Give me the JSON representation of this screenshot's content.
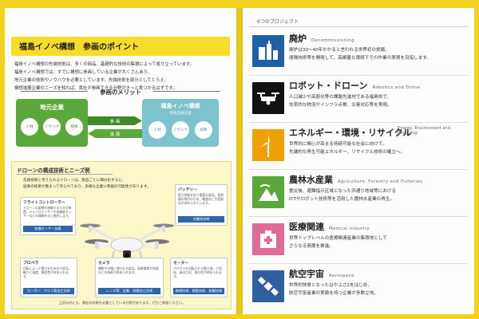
{
  "left": {
    "title": "福島イノベ構想　参画のポイント",
    "intro_lines": [
      "福島イノベ構想の先端技術は、多くの部品、基礎的な技術の集積によって成り立っています。",
      "福島イノベ構想では、すでに構想に参画している企業が大くさんあり、",
      "地元企業の技術やノウハウを必要としています。先端技術を部分としてとらえ、",
      "構想進展企業のニーズを知れば、貴社が参画できる分野がきっと見つかるはずです。"
    ],
    "merit": {
      "title": "参画のメリット",
      "local": {
        "label": "地元企業",
        "circles": [
          "人材",
          "ノウハウ",
          "技術"
        ]
      },
      "fukushima": {
        "label": "福島イノベ構想",
        "sub": "参画進展企業",
        "circles": [
          "人材",
          "ノウハウ",
          "技術"
        ]
      },
      "arrow_right": "参 画",
      "arrow_left": "進 展"
    },
    "drone": {
      "title": "ドローンの構成技術とニーズ例",
      "intro_lines": [
        "先端技術と考えられるドローンは、部品ごとに細分化すると、",
        "従来の技術が集まって作られており、多様な企業に参画の可能性があります。"
      ],
      "callouts": [
        {
          "title": "フライトコントローラー",
          "body": "ドローンの姿勢を制御するための装置。ジャイロセンサーや加速度センサーなどの情報を元に動作します。",
          "tag": "各種センサー技術"
        },
        {
          "title": "バッテリー",
          "body": "電力供給を担う重要な部品。長時間の飛行のため、軽量化と大容量化が求められています。",
          "tag": "充電池技術"
        },
        {
          "title": "プロペラ",
          "body": "回転によって揚力を生み出す部品。軽さと強度、静音性が求められます。",
          "tag": "カーボン、アルミ製加工技術"
        },
        {
          "title": "カメラ",
          "body": "撮影や点検に使われる部品。高解像度や防振などの技術が求められます。",
          "tag": "レンズ等、金属、研磨加工技術"
        },
        {
          "title": "モーター",
          "body": "プロペラを回転させる動力源。小型化、高出力化、耐久性が求められます。",
          "tag": "巻線技術、樹脂技術、制御技術"
        }
      ],
      "footnote": "上記以外にも、貴社の技術を必要としている分野があります。ぜひご参画ください。"
    }
  },
  "right": {
    "header": "6つのプロジェクト",
    "projects": [
      {
        "icon": "decommissioning-icon",
        "color": "#1f5fa8",
        "title": "廃炉",
        "en": "Decommissioning",
        "desc_lines": [
          "廃炉は30〜40年かかると言われる世界初の挑戦。",
          "遠隔技術等を開発して、高線量な環境下での作業の実現を目指します。"
        ]
      },
      {
        "icon": "robot-drone-icon",
        "color": "#111111",
        "title": "ロボット・ドローン",
        "en": "Robotics and Drone",
        "desc_lines": [
          "人口減少や高齢化等の課題先進地である福島県で、",
          "効率的な物流やインフラ点検、災害対応等を実現。"
        ]
      },
      {
        "icon": "wind-energy-icon",
        "color": "#f0a000",
        "title": "エネルギー・環境・リサイクル",
        "en": "Energy, Environment and Recycling",
        "desc_lines": [
          "世界的に関心が高まる持続可能な社会に向けて、",
          "先端的な再生可能エネルギー、リサイクル技術の確立へ。"
        ]
      },
      {
        "icon": "agriculture-icon",
        "color": "#5aa83a",
        "title": "農林水産業",
        "en": "Agriculture, Forestry and Fisheries",
        "desc_lines": [
          "震災後、避難指示区域となった浜通り地域等における",
          "ICTやロボット技術等を活用した農林水産業の再生。"
        ]
      },
      {
        "icon": "hospital-icon",
        "color": "#e06a98",
        "title": "医療関連",
        "en": "Medical Industry",
        "desc_lines": [
          "世界トップレベルの医療関連産業の集積地として",
          "さらなる発展を推進。"
        ]
      },
      {
        "icon": "aerospace-icon",
        "color": "#2f5f9e",
        "title": "航空宇宙",
        "en": "Aerospace",
        "desc_lines": [
          "世界的快挙となったはやぶさ2をはじめ、",
          "航空宇宙産業の実績を持つ企業が多数立地。"
        ]
      }
    ]
  }
}
